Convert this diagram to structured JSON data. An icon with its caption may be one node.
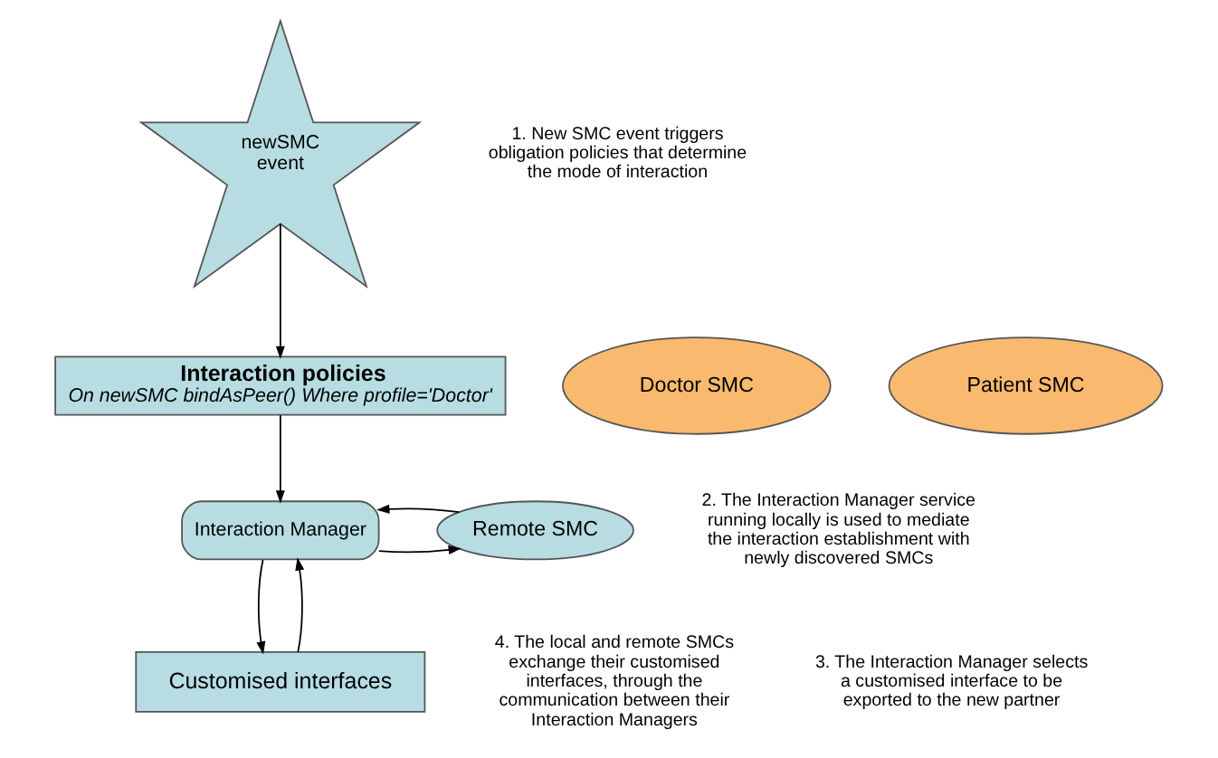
{
  "diagram": {
    "nodes": [
      {
        "text": [
          "newSMC event"
        ]
      },
      {
        "text": [
          "Interaction policies",
          "On newSMC bindAsPeer() Where profile='Doctor'"
        ]
      },
      {
        "text": [
          "Doctor SMC"
        ]
      },
      {
        "text": [
          "Patient SMC"
        ]
      },
      {
        "text": [
          "Remote SMC"
        ]
      },
      {
        "text": [
          "Interaction Manager"
        ]
      },
      {
        "text": [
          "Customised interfaces"
        ]
      }
    ],
    "edges": [
      {
        "from": 0,
        "to": 1,
        "arrow": "to"
      },
      {
        "from": 1,
        "to": 5,
        "arrow": "to"
      },
      {
        "from": 5,
        "to": 4,
        "arrow": "to"
      },
      {
        "from": 4,
        "to": 5,
        "arrow": "to"
      },
      {
        "from": 5,
        "to": 6,
        "arrow": "to"
      },
      {
        "from": 6,
        "to": 5,
        "arrow": "to"
      }
    ],
    "labels": [
      "1. New SMC event triggers obligation policies that determine the mode of interaction",
      "2. The Interaction Manager service running locally is used to mediate the interaction establishment with newly discovered SMCs",
      "4. The local and remote SMCs exchange their customised interfaces, through the communication between their Interaction Managers",
      "3. The Interaction Manager selects a customised interface to be exported to the new partner"
    ]
  }
}
